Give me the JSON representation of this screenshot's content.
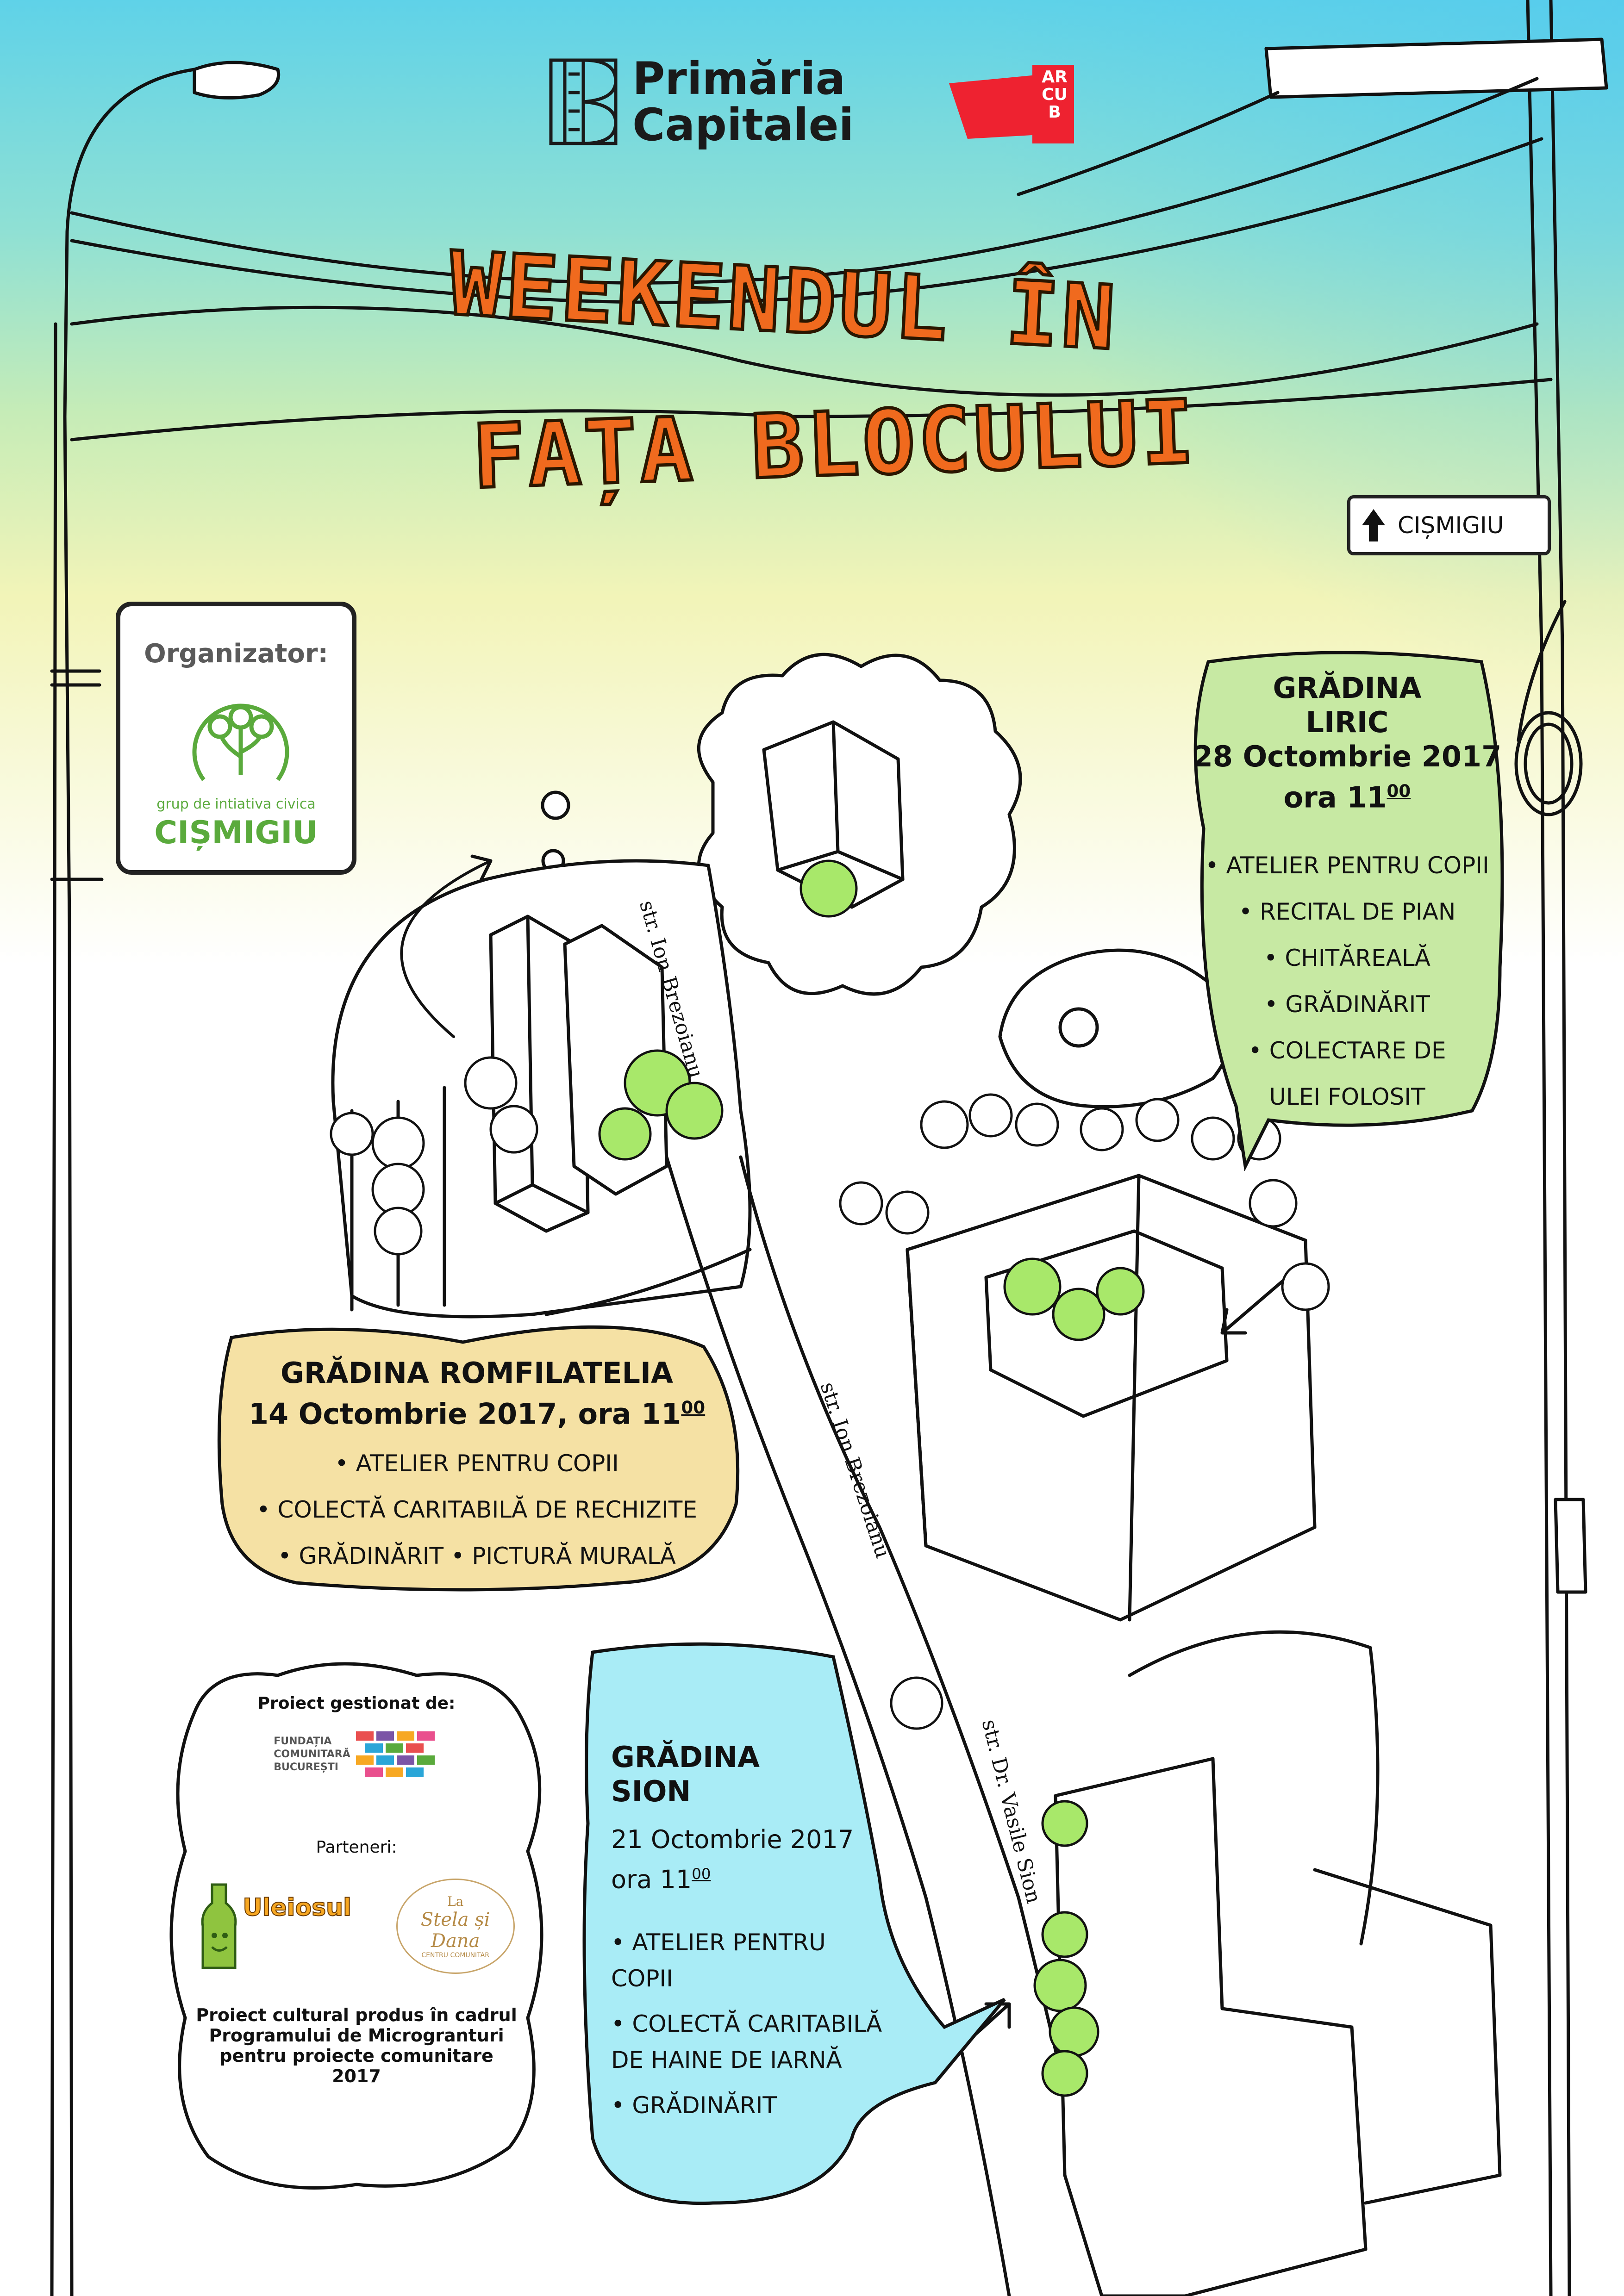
{
  "header": {
    "city_logo_line1": "Primăria",
    "city_logo_line2": "Capitalei",
    "arcub_logo": "ARCUB"
  },
  "title": {
    "line1": "WEEKENDUL ÎN",
    "line2": "FAȚA BLOCULUI"
  },
  "street_sign": {
    "arrow_icon": "arrow-up-icon",
    "label": "CIȘMIGIU"
  },
  "organizer": {
    "label": "Organizator:",
    "group_line": "grup de intiativa civica",
    "group_name": "CIȘMIGIU",
    "accent": "#5aaa3c"
  },
  "streets": {
    "brezoianu_top": "str. Ion Brezoianu",
    "brezoianu_middle": "str. Ion Brezoianu",
    "vasile_sion": "str. Dr. Vasile Sion"
  },
  "events": {
    "liric": {
      "name_line1": "GRĂDINA",
      "name_line2": "LIRIC",
      "date": "28 Octombrie 2017",
      "time_prefix": "ora 11",
      "time_sup": "00",
      "items": [
        "• ATELIER PENTRU COPII",
        "• RECITAL DE PIAN",
        "• CHITĂREALĂ",
        "• GRĂDINĂRIT",
        "• COLECTARE DE",
        "ULEI FOLOSIT"
      ],
      "color": "#c7e9a3"
    },
    "romfilatelia": {
      "name": "GRĂDINA ROMFILATELIA",
      "date_time_prefix": "14 Octombrie 2017, ora 11",
      "time_sup": "00",
      "items": [
        "• ATELIER PENTRU COPII",
        "• COLECTĂ CARITABILĂ DE RECHIZITE",
        "• GRĂDINĂRIT • PICTURĂ MURALĂ"
      ],
      "color": "#f5e1a4"
    },
    "sion": {
      "name_line1": "GRĂDINA",
      "name_line2": "SION",
      "date": "21 Octombrie 2017",
      "time_prefix": "ora 11",
      "time_sup": "00",
      "items": [
        "• ATELIER PENTRU",
        "COPII",
        "• COLECTĂ CARITABILĂ",
        "DE HAINE DE IARNĂ",
        "• GRĂDINĂRIT"
      ],
      "color": "#a9ecf6"
    }
  },
  "partners": {
    "managed_by_label": "Proiect gestionat de:",
    "fundatia_line1": "FUNDAȚIA",
    "fundatia_line2": "COMUNITARĂ",
    "fundatia_line3": "BUCUREȘTI",
    "partners_label": "Parteneri:",
    "uleiosul": "Uleiosul",
    "stela_line1": "La",
    "stela_line2": "Stela și Dana",
    "stela_line3": "CENTRU COMUNITAR",
    "footer": [
      "Proiect cultural produs în cadrul",
      "Programului de Microgranturi",
      "pentru proiecte comunitare",
      "2017"
    ]
  }
}
